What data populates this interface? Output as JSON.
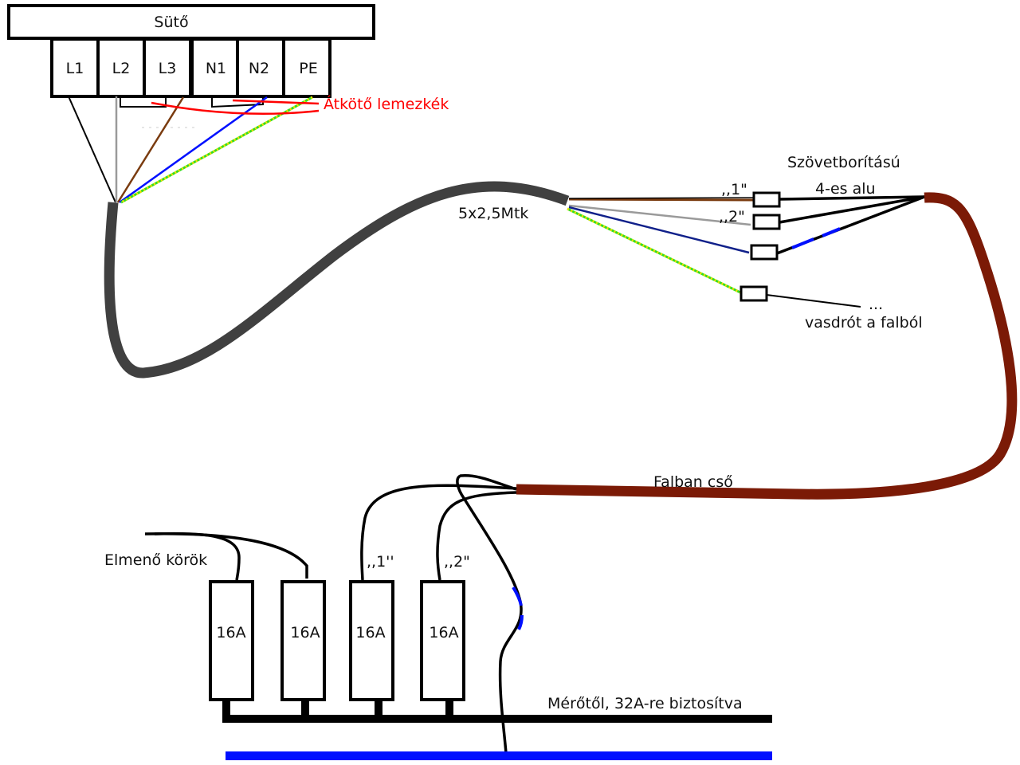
{
  "diagram": {
    "type": "electrical-wiring",
    "oven": {
      "label": "Sütő",
      "terminals": [
        "L1",
        "L2",
        "L3",
        "N1",
        "N2",
        "PE"
      ]
    },
    "annotations": {
      "jumper_plates": "Átkötő lemezkék",
      "cable_5x25": "5x2,5Mtk",
      "cloth_covered_1": "Szövetborítású",
      "cloth_covered_2": "4-es alu",
      "wire_1": ",,1\"",
      "wire_2": ",,2\"",
      "iron_wire_dots": "...",
      "iron_wire": "vasdrót a falból",
      "wall_pipe": "Falban cső",
      "outgoing_circuits": "Elmenő körök",
      "breaker_wire_1": ",,1''",
      "breaker_wire_2": ",,2\"",
      "from_meter": "Mérőtől, 32A-re biztosítva"
    },
    "breakers": [
      {
        "rating": "16A"
      },
      {
        "rating": "16A"
      },
      {
        "rating": "16A"
      },
      {
        "rating": "16A"
      }
    ],
    "colors": {
      "black": "#000000",
      "grey": "#9a9a9a",
      "brown": "#7a3b0f",
      "blue": "#0010ff",
      "dark_blue": "#10208a",
      "green_yellow_a": "#33dd22",
      "green_yellow_b": "#f0e000",
      "red": "#ff0000",
      "cable": "#404040",
      "pipe": "#7b1a06"
    }
  }
}
